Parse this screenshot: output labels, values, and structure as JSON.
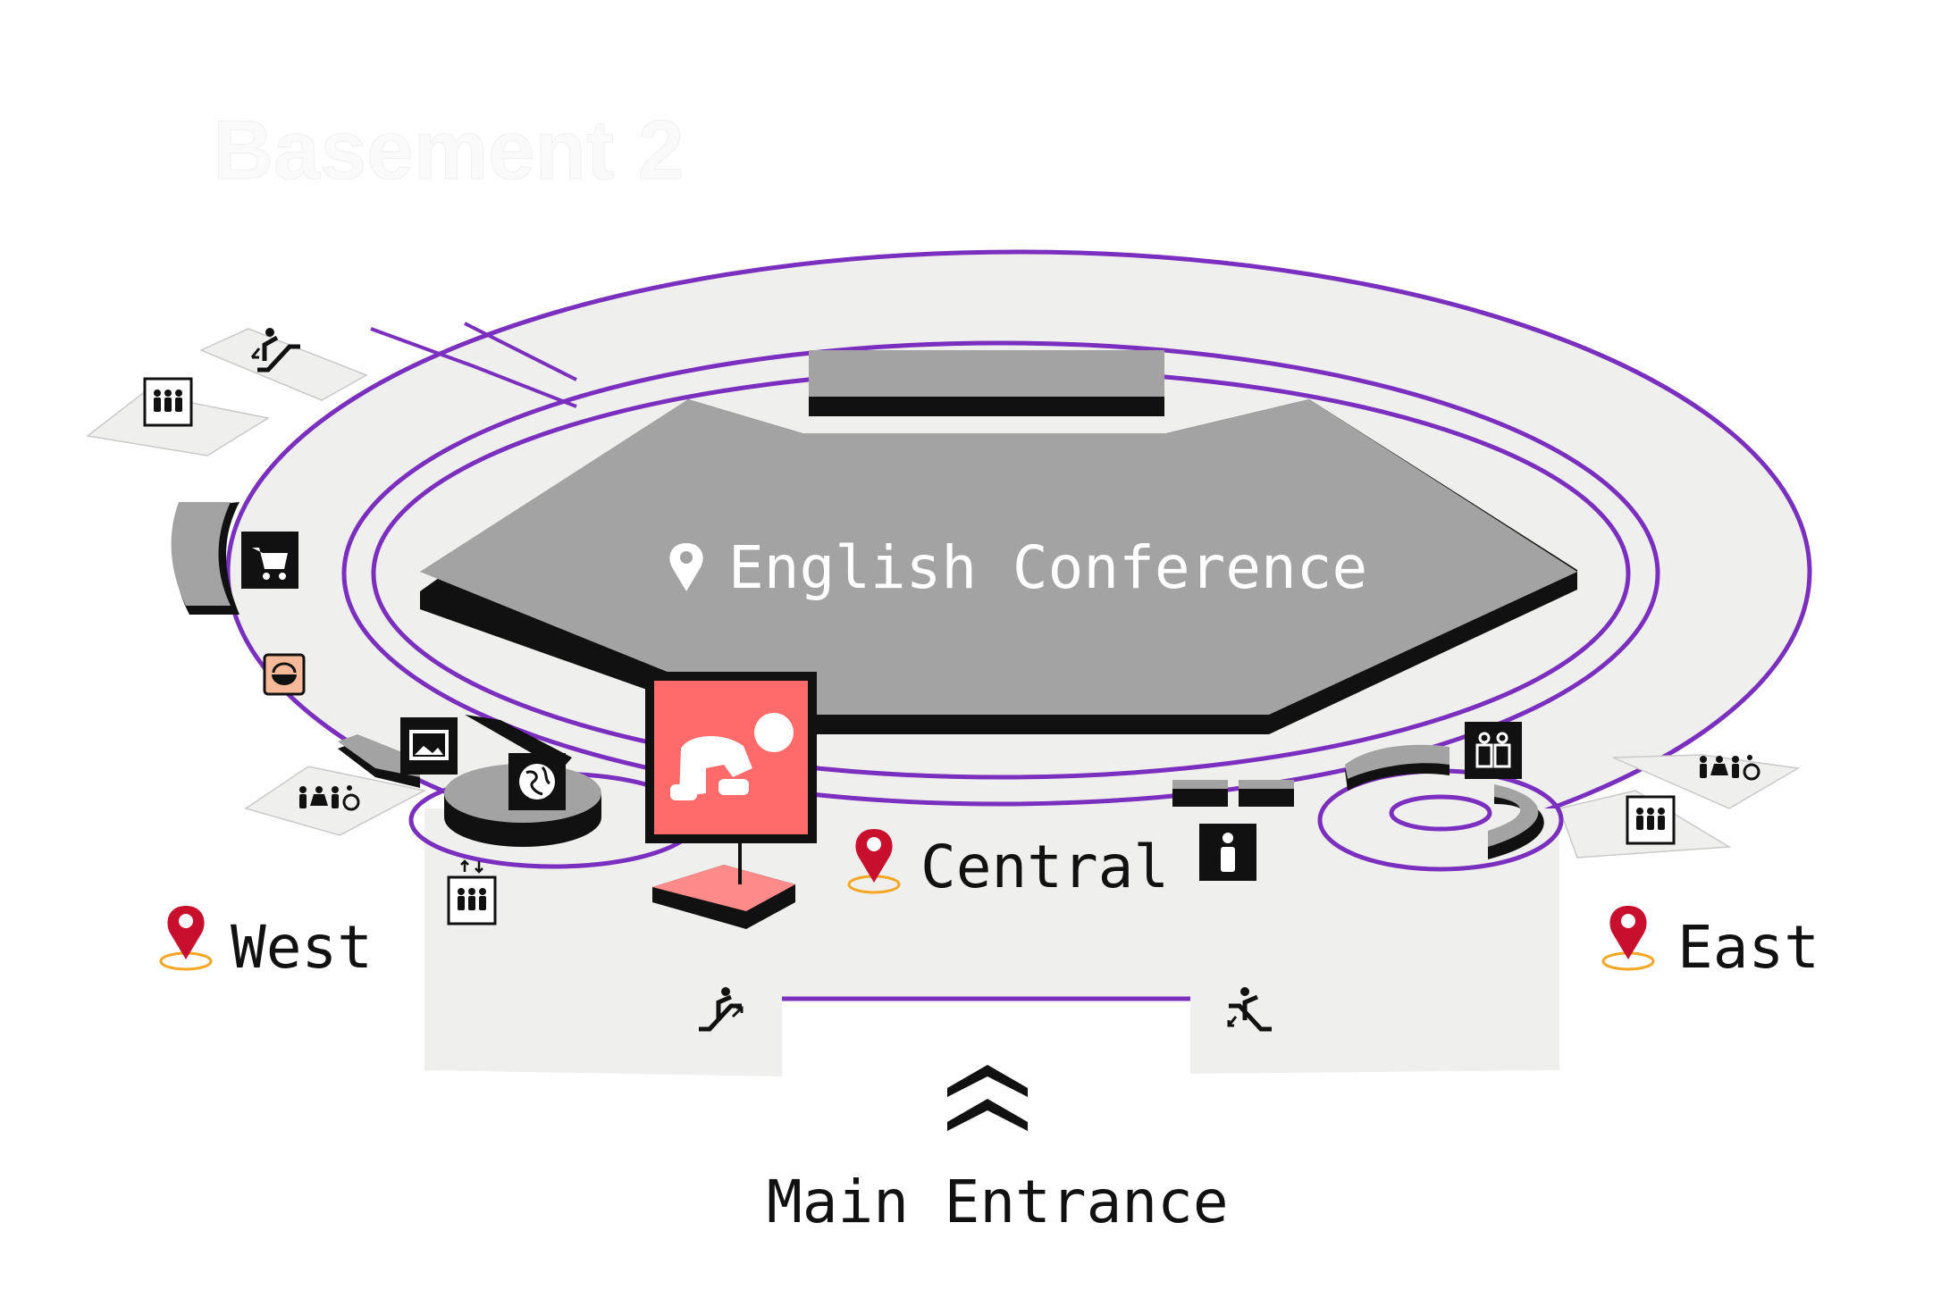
{
  "floor": {
    "title": "Basement 2"
  },
  "venue": {
    "name": "English Conference"
  },
  "zones": {
    "central": "Central",
    "west": "West",
    "east": "East"
  },
  "entrance": {
    "label": "Main Entrance"
  },
  "colors": {
    "floor": "#eff0ee",
    "wall_accent": "#7b2fbe",
    "hall": "#a3a3a3",
    "hall_side": "#111111",
    "pin": "#c8102e",
    "pin_ring": "#f5a623",
    "highlight": "#ff6b6b",
    "icon_bg": "#111111"
  },
  "amenities": [
    {
      "id": "escalator-nw",
      "icon": "escalator-icon"
    },
    {
      "id": "elevator-nw",
      "icon": "elevator-icon"
    },
    {
      "id": "shopping",
      "icon": "shopping-cart-icon"
    },
    {
      "id": "food",
      "icon": "food-bowl-icon"
    },
    {
      "id": "gallery",
      "icon": "photo-gallery-icon"
    },
    {
      "id": "globe",
      "icon": "globe-icon"
    },
    {
      "id": "restroom-w",
      "icon": "restroom-accessible-icon"
    },
    {
      "id": "elevator-w",
      "icon": "elevator-icon"
    },
    {
      "id": "baby-care",
      "icon": "baby-crawling-icon"
    },
    {
      "id": "info",
      "icon": "information-icon"
    },
    {
      "id": "family",
      "icon": "family-room-icon"
    },
    {
      "id": "restroom-e",
      "icon": "restroom-accessible-icon"
    },
    {
      "id": "elevator-e",
      "icon": "elevator-icon"
    },
    {
      "id": "escalator-sw",
      "icon": "escalator-icon"
    },
    {
      "id": "escalator-se",
      "icon": "escalator-icon"
    }
  ]
}
